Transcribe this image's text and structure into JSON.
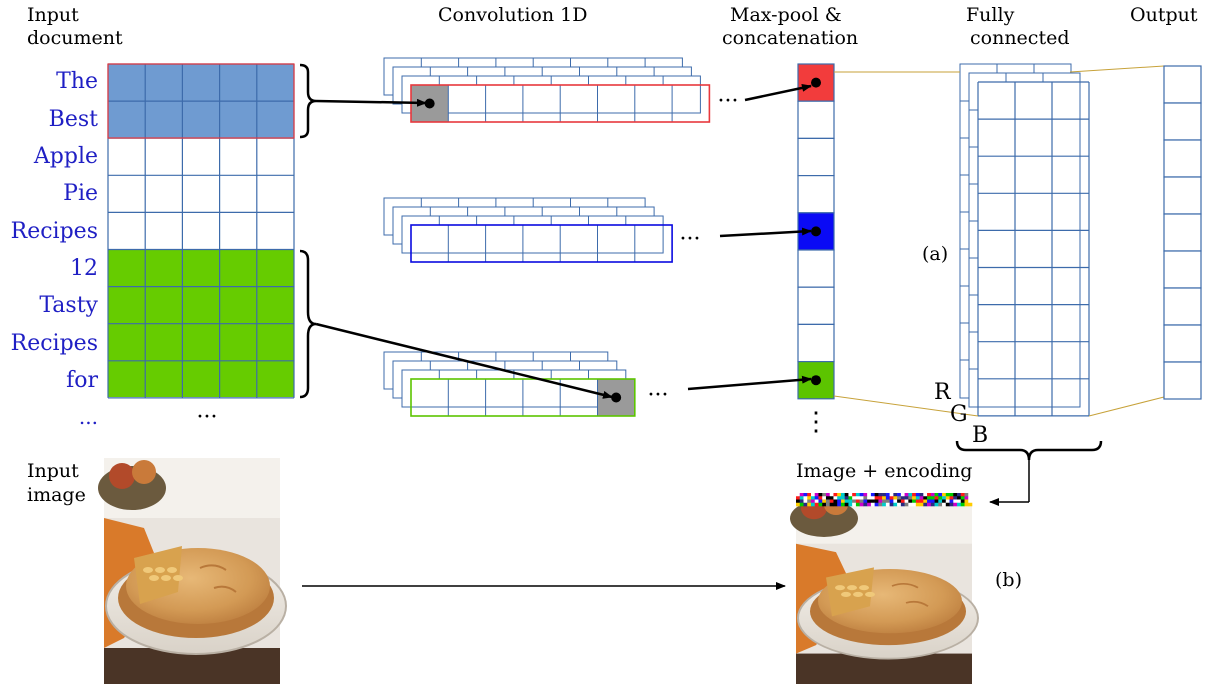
{
  "labels": {
    "input_document": [
      "Input",
      "document"
    ],
    "convolution": "Convolution 1D",
    "maxpool": [
      "Max-pool &",
      "concatenation"
    ],
    "fully_connected": [
      "Fully",
      "connected"
    ],
    "output": "Output",
    "input_image": [
      "Input",
      "image"
    ],
    "image_encoding": "Image + encoding",
    "label_a": "(a)",
    "label_b": "(b)",
    "r": "R",
    "g": "G",
    "b": "B",
    "dots": "...",
    "ellipsis": "···",
    "vdots": "⋮"
  },
  "words": [
    "The",
    "Best",
    "Apple",
    "Pie",
    "Recipes",
    "12",
    "Tasty",
    "Recipes",
    "for"
  ],
  "colors": {
    "grid_line": "#3d6bab",
    "word_text": "#1f1fc4",
    "filter_red": "#e8383d",
    "filter_blue": "#0a0ae0",
    "filter_green": "#5cc400",
    "highlight_blue": "#6f9bd1",
    "highlight_green": "#66cc00",
    "pool_red": "#f23c3c",
    "pool_blue": "#0a0af5",
    "pool_green": "#5cc400",
    "conv_gray": "#9a9a9a",
    "fc_line": "#c7a23a"
  }
}
